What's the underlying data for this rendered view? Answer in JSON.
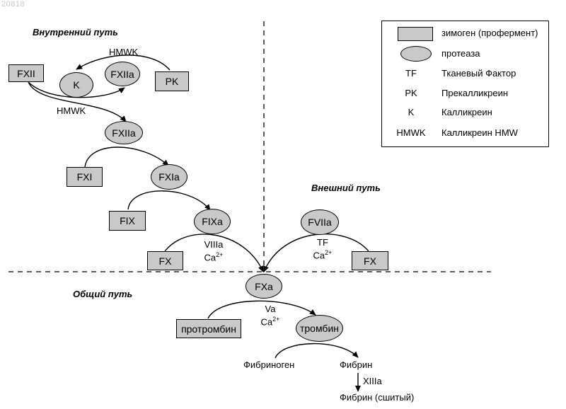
{
  "watermark": "20818",
  "titles": {
    "intrinsic": "Внутренний путь",
    "extrinsic": "Внешний путь",
    "common": "Общий путь"
  },
  "legend": {
    "zymogen": "зимоген (профермент)",
    "protease": "протеаза",
    "entries": [
      {
        "abbr": "TF",
        "text": "Тканевый Фактор"
      },
      {
        "abbr": "PK",
        "text": "Прекалликреин"
      },
      {
        "abbr": "K",
        "text": "Калликреин"
      },
      {
        "abbr": "HMWK",
        "text": "Калликреин HMW"
      }
    ]
  },
  "nodes": {
    "fxii": "FXII",
    "k": "K",
    "fxiia_top": "FXIIa",
    "pk": "PK",
    "fxiia": "FXIIa",
    "fxi": "FXI",
    "fxia": "FXIa",
    "fix": "FIX",
    "fixa": "FIXa",
    "fx_left": "FX",
    "fviia": "FVIIa",
    "fx_right": "FX",
    "fxa": "FXa",
    "prothrombin": "протромбин",
    "thrombin": "тромбин"
  },
  "labels": {
    "hmwk_top": "HMWK",
    "hmwk_mid": "HMWK",
    "viiia": "VIIIa",
    "tf": "TF",
    "va": "Va",
    "ca": "Ca",
    "ca_sup": "2+",
    "fibrinogen": "Фибриноген",
    "fibrin": "Фибрин",
    "xiiia": "XIIIa",
    "fibrin_crosslinked": "Фибрин (сшитый)"
  },
  "colors": {
    "fill": "#c9c9c9",
    "stroke": "#000000",
    "watermark": "#c8c8c8"
  }
}
